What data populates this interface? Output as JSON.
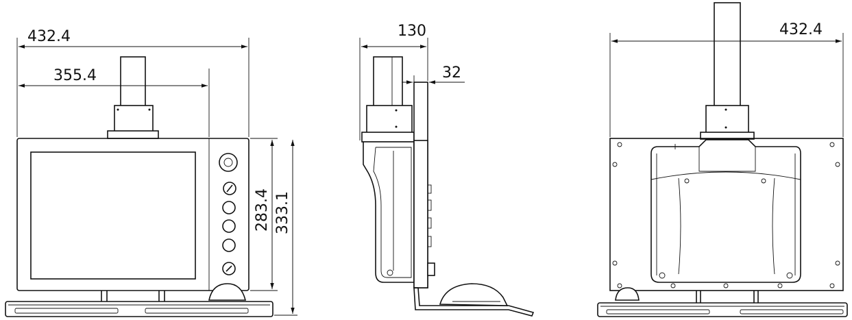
{
  "front_view": {
    "overall_width": "432.4",
    "inner_width": "355.4",
    "housing_height": "283.4",
    "overall_height": "333.1"
  },
  "side_view": {
    "depth": "130",
    "panel_thickness": "32"
  },
  "rear_view": {
    "overall_width": "432.4"
  }
}
